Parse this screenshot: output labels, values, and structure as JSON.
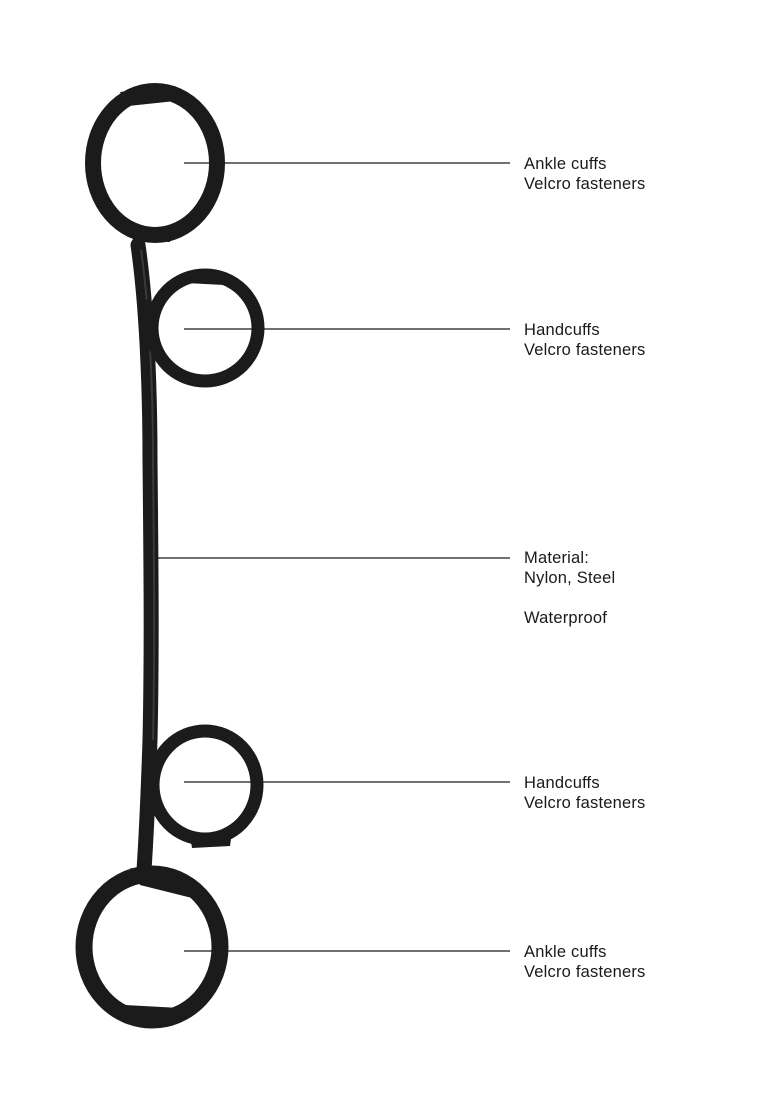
{
  "colors": {
    "background": "#ffffff",
    "strap": "#1b1b1b",
    "strap_highlight": "#3a3a3a",
    "leader_line": "#1a1a1a",
    "label_text": "#1a1a1a"
  },
  "callouts": [
    {
      "target": "top-ankle-cuff",
      "lines": [
        "Ankle cuffs",
        "Velcro fasteners"
      ]
    },
    {
      "target": "top-handcuff",
      "lines": [
        "Handcuffs",
        "Velcro fasteners"
      ]
    },
    {
      "target": "center-strap",
      "lines": [
        "Material:",
        "Nylon, Steel"
      ],
      "extra": "Waterproof"
    },
    {
      "target": "bottom-handcuff",
      "lines": [
        "Handcuffs",
        "Velcro fasteners"
      ]
    },
    {
      "target": "bottom-ankle-cuff",
      "lines": [
        "Ankle cuffs",
        "Velcro fasteners"
      ]
    }
  ]
}
